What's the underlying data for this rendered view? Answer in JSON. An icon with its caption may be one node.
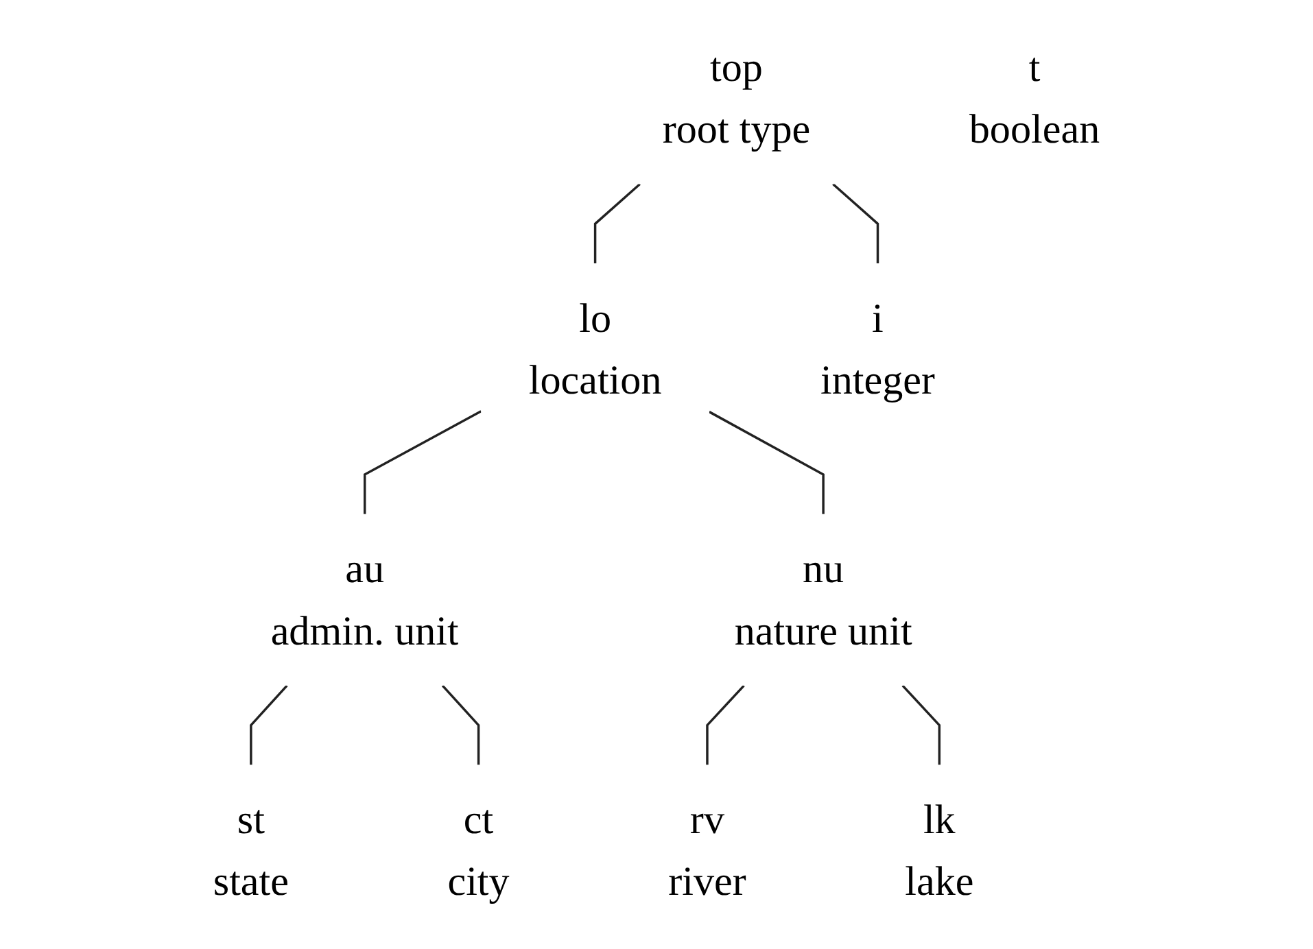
{
  "diagram": {
    "nodes": [
      {
        "text": [
          "top",
          "root type"
        ]
      },
      {
        "text": [
          "t",
          "boolean"
        ]
      },
      {
        "text": [
          "lo",
          "location"
        ]
      },
      {
        "text": [
          "i",
          "integer"
        ]
      },
      {
        "text": [
          "au",
          "admin. unit"
        ]
      },
      {
        "text": [
          "nu",
          "nature unit"
        ]
      },
      {
        "text": [
          "st",
          "state"
        ]
      },
      {
        "text": [
          "ct",
          "city"
        ]
      },
      {
        "text": [
          "rv",
          "river"
        ]
      },
      {
        "text": [
          "lk",
          "lake"
        ]
      }
    ],
    "edges": [
      {
        "from": 0,
        "to": 2,
        "arrow": "none"
      },
      {
        "from": 0,
        "to": 3,
        "arrow": "none"
      },
      {
        "from": 2,
        "to": 4,
        "arrow": "none"
      },
      {
        "from": 2,
        "to": 5,
        "arrow": "none"
      },
      {
        "from": 4,
        "to": 6,
        "arrow": "none"
      },
      {
        "from": 4,
        "to": 7,
        "arrow": "none"
      },
      {
        "from": 5,
        "to": 8,
        "arrow": "none"
      },
      {
        "from": 5,
        "to": 9,
        "arrow": "none"
      }
    ]
  }
}
